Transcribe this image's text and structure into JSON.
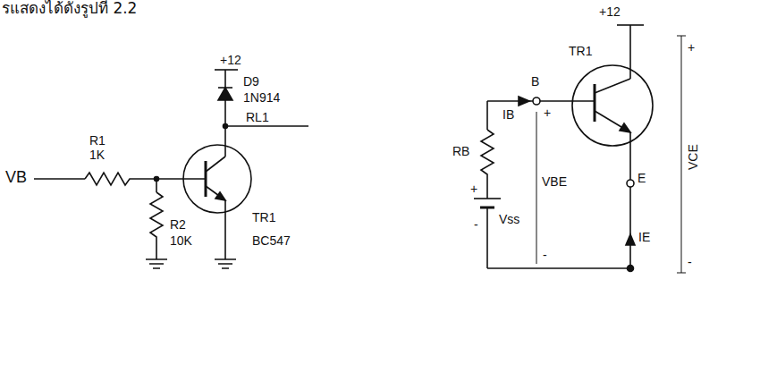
{
  "diagram": {
    "labels": [
      "รแสดงได้ดังรูปที่ 2.2",
      "+12",
      "D9",
      "1N914",
      "RL1",
      "R1",
      "1K",
      "VB",
      "R2",
      "10K",
      "TR1",
      "BC547",
      "+12",
      "TR1",
      "B",
      "+",
      "IB",
      "RB",
      "+",
      "Vss",
      "-",
      "VBE",
      "-",
      "E",
      "VCE",
      "+",
      "-",
      "IE"
    ]
  }
}
